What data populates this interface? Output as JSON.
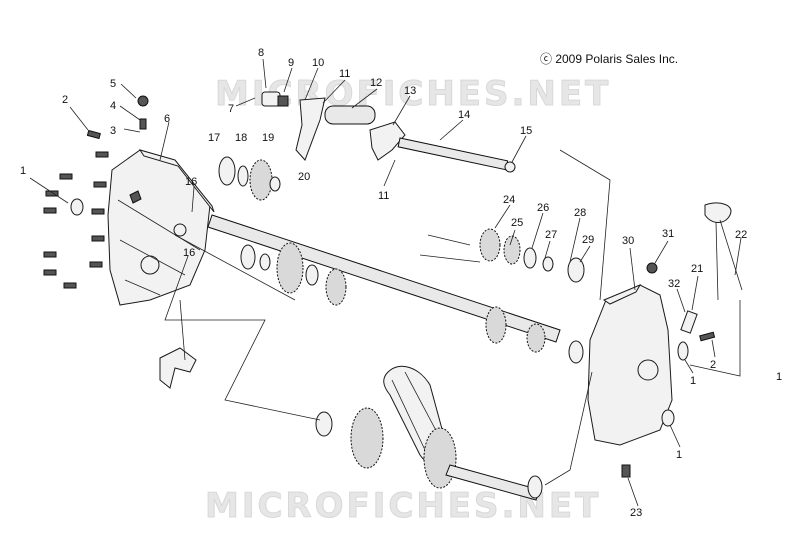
{
  "diagram": {
    "copyright": "ⓒ 2009 Polaris Sales Inc.",
    "watermarks": [
      "MICROFICHES.NET",
      "MICROFICHES.NET"
    ],
    "callouts": [
      "1",
      "2",
      "3",
      "4",
      "5",
      "6",
      "7",
      "8",
      "9",
      "10",
      "11",
      "12",
      "13",
      "14",
      "15",
      "16",
      "17",
      "18",
      "19",
      "20",
      "11",
      "24",
      "25",
      "26",
      "27",
      "28",
      "29",
      "16",
      "30",
      "31",
      "32",
      "21",
      "22",
      "2",
      "1",
      "1",
      "23",
      "1"
    ]
  }
}
